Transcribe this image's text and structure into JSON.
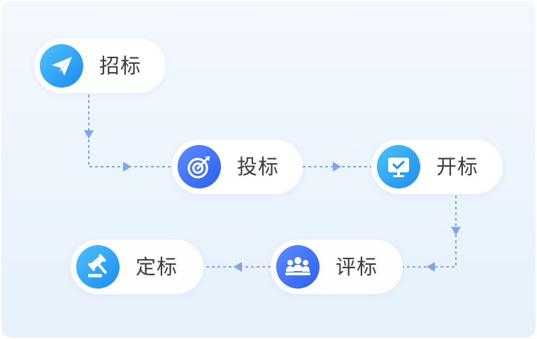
{
  "steps": [
    {
      "label": "招标",
      "icon": "paper-plane-icon"
    },
    {
      "label": "投标",
      "icon": "target-icon"
    },
    {
      "label": "开标",
      "icon": "monitor-check-icon"
    },
    {
      "label": "评标",
      "icon": "meeting-icon"
    },
    {
      "label": "定标",
      "icon": "gavel-icon"
    }
  ],
  "colors": {
    "connector": "#7aa6ec",
    "label": "#3a3d44",
    "icon_sky": "#1b8cf0",
    "icon_blue": "#2d5ff0"
  }
}
